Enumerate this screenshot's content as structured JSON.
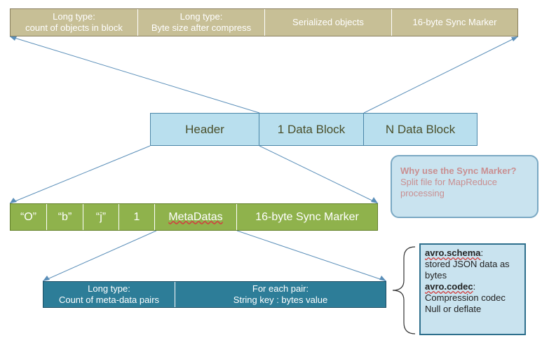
{
  "top_row": {
    "cells": [
      "Long type:\ncount of objects in block",
      "Long type:\nByte size after compress",
      "Serialized objects",
      "16-byte Sync Marker"
    ]
  },
  "middle_row": {
    "cells": [
      "Header",
      "1 Data Block",
      "N Data Block"
    ]
  },
  "header_row": {
    "cells": [
      "“O”",
      "“b”",
      "“j”",
      "1",
      "MetaDatas",
      "16-byte Sync Marker"
    ]
  },
  "metadata_row": {
    "cells": [
      "Long type:\nCount of meta-data pairs",
      "For each pair:\nString key :  bytes value"
    ]
  },
  "sync_note": {
    "title": "Why use the Sync Marker?",
    "body": "Split file for MapReduce\nprocessing"
  },
  "metadata_info": {
    "schema_key": "avro.schema",
    "schema_desc": "stored JSON data as bytes",
    "codec_key": "avro.codec",
    "codec_desc": "Compression codec\nNull or deflate"
  },
  "colors": {
    "top_row": "#c7bf96",
    "middle_row": "#b9dfee",
    "header_row": "#8fb24c",
    "metadata_row": "#2d7d98",
    "note_box": "#c9e3ef",
    "connector": "#5b8fb9"
  }
}
